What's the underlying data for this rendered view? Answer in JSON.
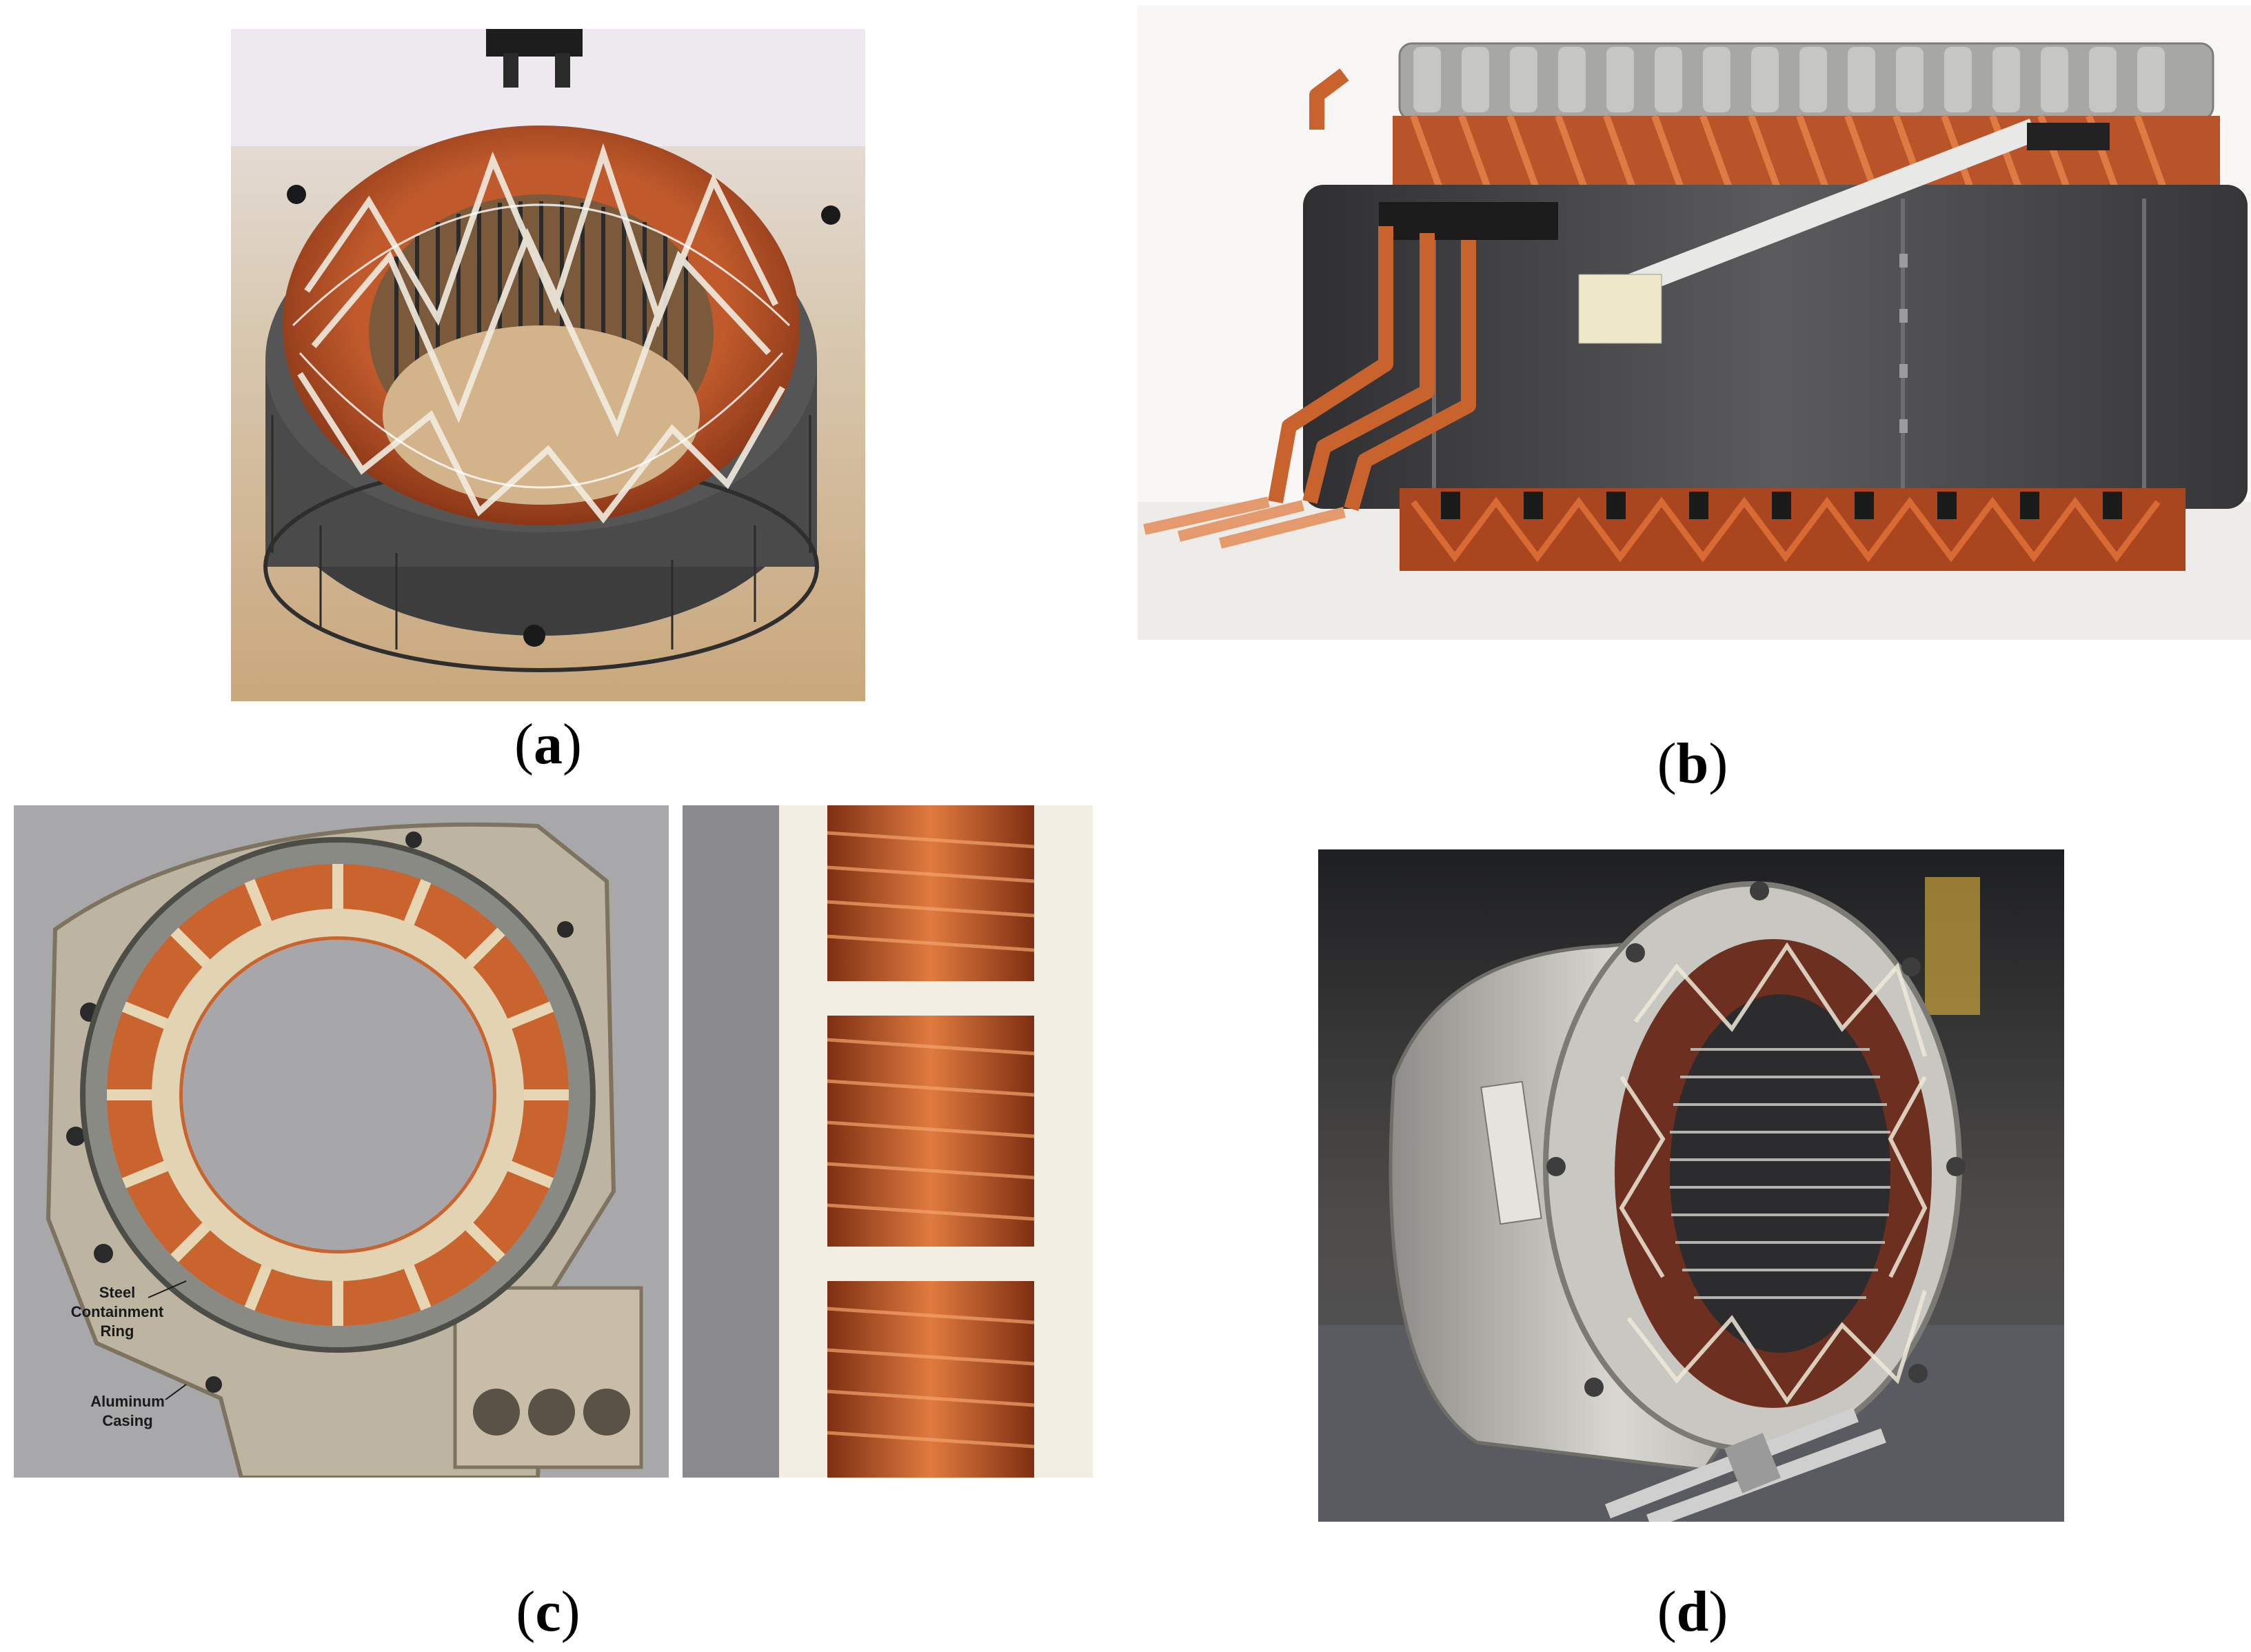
{
  "figure": {
    "panels": [
      {
        "id": "a",
        "caption_letter": "a",
        "icon": "stator-ring-photo"
      },
      {
        "id": "b",
        "caption_letter": "b",
        "icon": "hairpin-stator-photo"
      },
      {
        "id": "c",
        "caption_letter": "c",
        "icon": "stator-housing-photo",
        "callouts": {
          "containment_line1": "Steel",
          "containment_line2": "Containment",
          "containment_line3": "Ring",
          "casing_line1": "Aluminum",
          "casing_line2": "Casing"
        }
      },
      {
        "id": "d",
        "caption_letter": "d",
        "icon": "motor-stator-photo"
      }
    ]
  },
  "colors": {
    "copper": "#c0562a",
    "copper_dark": "#7e2f12",
    "steel": "#4b4b4b",
    "aluminum": "#bfb7a6",
    "twine": "#efe9d8"
  }
}
